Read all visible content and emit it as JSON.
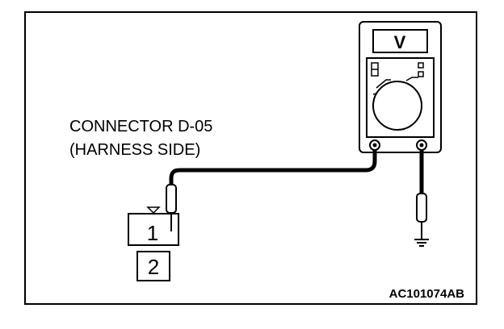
{
  "connector": {
    "label_line1": "CONNECTOR D-05",
    "label_line2": "(HARNESS SIDE)",
    "pin_1": "1",
    "pin_2": "2"
  },
  "meter": {
    "display_symbol": "V",
    "icon": "voltmeter-icon"
  },
  "ground": {
    "icon": "ground-symbol-icon"
  },
  "figure_code": "AC101074AB",
  "colors": {
    "line": "#000000",
    "background": "#ffffff"
  }
}
